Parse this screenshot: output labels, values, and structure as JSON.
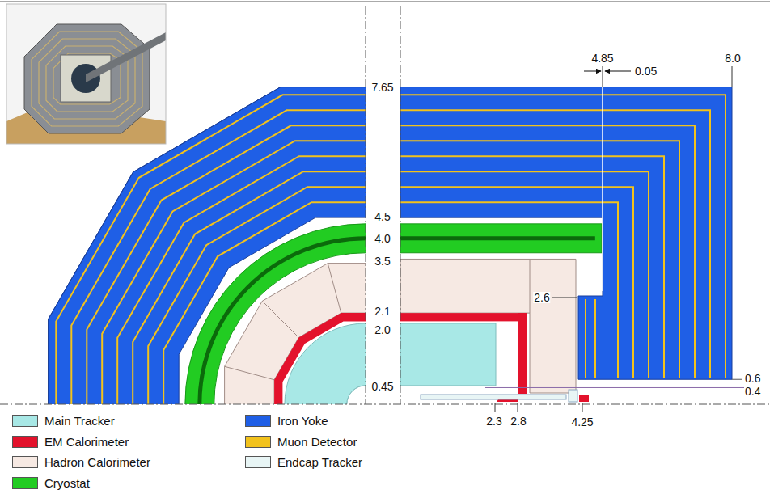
{
  "diagram": {
    "labels": [
      "4.85",
      "0.05",
      "8.0",
      "7.65",
      "4.5",
      "4.0",
      "3.5",
      "2.6",
      "2.1",
      "2.0",
      "0.45",
      "0.6",
      "0.4",
      "2.3",
      "2.8",
      "4.25"
    ],
    "legend": [
      {
        "text": "Main Tracker",
        "color": "#a8e8e6"
      },
      {
        "text": "EM Calorimeter",
        "color": "#e3122c"
      },
      {
        "text": "Hadron Calorimeter",
        "color": "#f6e9e3"
      },
      {
        "text": "Cryostat",
        "color": "#22cc22"
      },
      {
        "text": "Iron Yoke",
        "color": "#1f5fe6"
      },
      {
        "text": "Muon Detector",
        "color": "#f2c21c"
      },
      {
        "text": "Endcap Tracker",
        "color": "#e8f5f5"
      }
    ]
  }
}
